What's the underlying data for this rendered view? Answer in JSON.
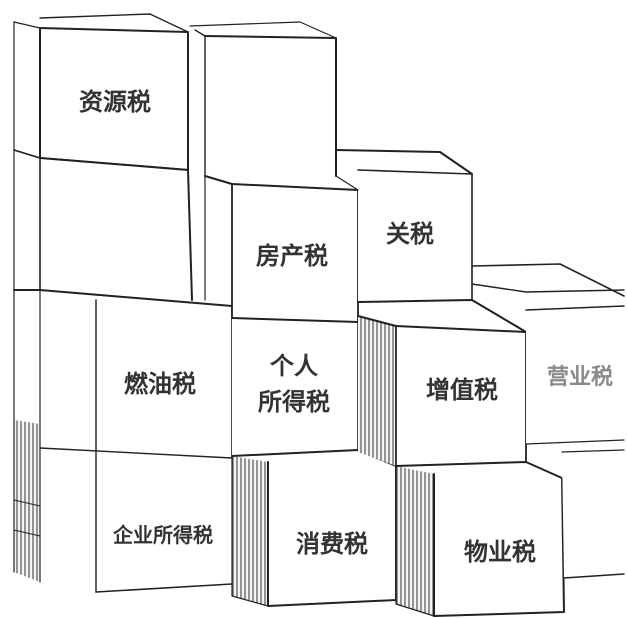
{
  "labels": {
    "resource_tax": "资源税",
    "property_tax": "房产税",
    "customs_duty": "关税",
    "fuel_tax": "燃油税",
    "individual_income_tax_line1": "个人",
    "individual_income_tax_line2": "所得税",
    "value_added_tax": "增值税",
    "business_tax": "营业税",
    "corporate_income_tax": "企业所得税",
    "consumption_tax": "消费税",
    "property_mgmt_tax": "物业税"
  }
}
